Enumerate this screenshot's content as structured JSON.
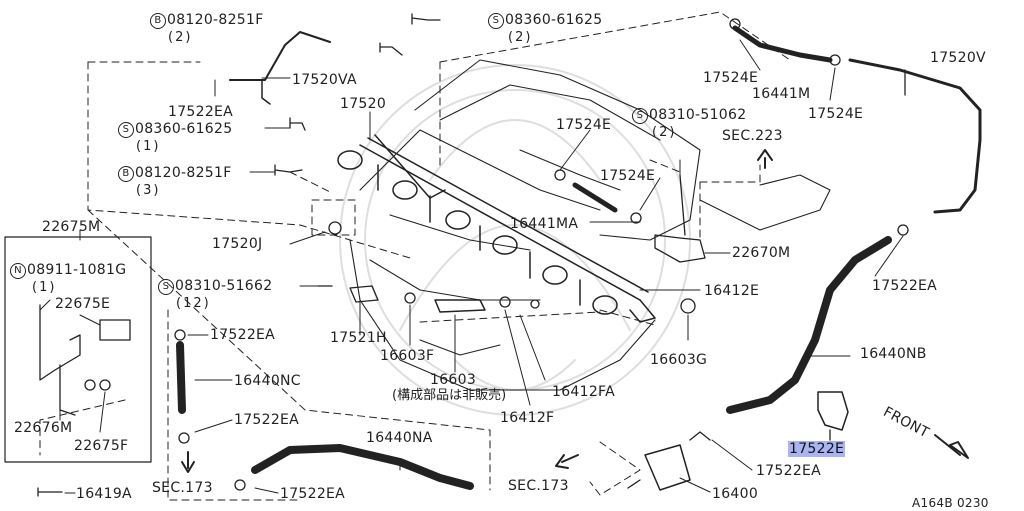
{
  "diagram": {
    "callouts": [
      {
        "id": "b-08120-8251f-top",
        "text": "08120-8251F",
        "prefix": "B"
      },
      {
        "id": "b-08120-8251f-top-qty",
        "text": "(2)"
      },
      {
        "id": "s-08360-61625-top",
        "text": "08360-61625",
        "prefix": "S"
      },
      {
        "id": "s-08360-61625-top-qty",
        "text": "(2)"
      },
      {
        "id": "p-17520va",
        "text": "17520VA"
      },
      {
        "id": "p-17522ea-1",
        "text": "17522EA"
      },
      {
        "id": "s-08360-61625-mid",
        "text": "08360-61625",
        "prefix": "S"
      },
      {
        "id": "s-08360-61625-mid-qty",
        "text": "(1)"
      },
      {
        "id": "b-08120-8251f-mid",
        "text": "08120-8251F",
        "prefix": "B"
      },
      {
        "id": "b-08120-8251f-mid-qty",
        "text": "(3)"
      },
      {
        "id": "p-17520",
        "text": "17520"
      },
      {
        "id": "p-17520j",
        "text": "17520J"
      },
      {
        "id": "p-22675m",
        "text": "22675M"
      },
      {
        "id": "n-08911-1081g",
        "text": "08911-1081G",
        "prefix": "N"
      },
      {
        "id": "n-08911-1081g-qty",
        "text": "(1)"
      },
      {
        "id": "p-22675e",
        "text": "22675E"
      },
      {
        "id": "p-22676m",
        "text": "22676M"
      },
      {
        "id": "p-22675f",
        "text": "22675F"
      },
      {
        "id": "s-08310-51662",
        "text": "08310-51662",
        "prefix": "S"
      },
      {
        "id": "s-08310-51662-qty",
        "text": "(12)"
      },
      {
        "id": "p-17522ea-2",
        "text": "17522EA"
      },
      {
        "id": "p-16440nc",
        "text": "16440NC"
      },
      {
        "id": "p-17522ea-3",
        "text": "17522EA"
      },
      {
        "id": "sec-173-left",
        "text": "SEC.173"
      },
      {
        "id": "p-17522ea-4",
        "text": "17522EA"
      },
      {
        "id": "p-16440na",
        "text": "16440NA"
      },
      {
        "id": "p-16419a",
        "text": "16419A"
      },
      {
        "id": "p-17521h",
        "text": "17521H"
      },
      {
        "id": "p-16603f",
        "text": "16603F"
      },
      {
        "id": "p-16603",
        "text": "16603"
      },
      {
        "id": "jp-note",
        "text": "(構成部品は非販売)"
      },
      {
        "id": "p-16412fa",
        "text": "16412FA"
      },
      {
        "id": "p-16412f",
        "text": "16412F"
      },
      {
        "id": "p-16441ma",
        "text": "16441MA"
      },
      {
        "id": "p-17524e-1",
        "text": "17524E"
      },
      {
        "id": "p-17524e-2",
        "text": "17524E"
      },
      {
        "id": "s-08310-51062",
        "text": "08310-51062",
        "prefix": "S"
      },
      {
        "id": "s-08310-51062-qty",
        "text": "(2)"
      },
      {
        "id": "sec-223",
        "text": "SEC.223"
      },
      {
        "id": "p-22670m",
        "text": "22670M"
      },
      {
        "id": "p-16412e",
        "text": "16412E"
      },
      {
        "id": "p-16603g",
        "text": "16603G"
      },
      {
        "id": "p-17524e-3",
        "text": "17524E"
      },
      {
        "id": "p-16441m",
        "text": "16441M"
      },
      {
        "id": "p-17524e-4",
        "text": "17524E"
      },
      {
        "id": "p-17520v",
        "text": "17520V"
      },
      {
        "id": "p-17522ea-5",
        "text": "17522EA"
      },
      {
        "id": "p-16440nb",
        "text": "16440NB"
      },
      {
        "id": "p-17522e",
        "text": "17522E",
        "highlighted": true
      },
      {
        "id": "front",
        "text": "FRONT"
      },
      {
        "id": "p-17522ea-6",
        "text": "17522EA"
      },
      {
        "id": "sec-173-bottom",
        "text": "SEC.173"
      },
      {
        "id": "p-16400",
        "text": "16400"
      },
      {
        "id": "diagram-code",
        "text": "A164B 0230"
      }
    ],
    "colors": {
      "line": "#222222",
      "highlight": "#aab4f0",
      "watermark": "#d9d9d9"
    }
  }
}
